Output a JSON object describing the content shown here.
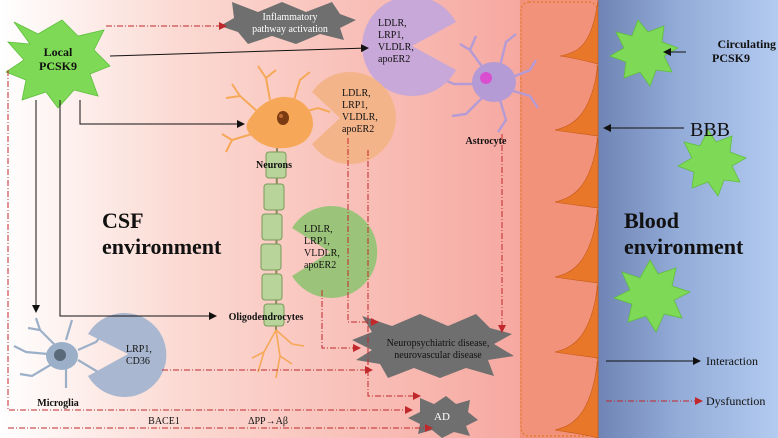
{
  "labels": {
    "local_pcsk9_line1": "Local",
    "local_pcsk9_line2": "PCSK9",
    "inflammatory_line1": "Inflammatory",
    "inflammatory_line2": "pathway activation",
    "neurons": "Neurons",
    "astrocyte": "Astrocyte",
    "oligodendrocytes": "Oligodendrocytes",
    "microglia": "Microglia",
    "csf_line1": "CSF",
    "csf_line2": "environment",
    "blood_line1": "Blood",
    "blood_line2": "environment",
    "circulating_line1": "Circulating",
    "circulating_line2": "PCSK9",
    "bbb": "BBB",
    "neuro_disease_line1": "Neuropsychiatric disease,",
    "neuro_disease_line2": "neurovascular disease",
    "ad": "AD",
    "bace1": "BACE1",
    "app_ab": "ΔPP→Aβ"
  },
  "receptors": {
    "astrocyte": [
      "LDLR,",
      "LRP1,",
      "VLDLR,",
      "apoER2"
    ],
    "neuron": [
      "LDLR,",
      "LRP1,",
      "VLDLR,",
      "apoER2"
    ],
    "oligodendrocyte": [
      "LDLR,",
      "LRP1,",
      "VLDLR,",
      "apoER2"
    ],
    "microglia": [
      "LRP1,",
      "CD36"
    ]
  },
  "legend": {
    "interaction": "Interaction",
    "dysfunction": "Dysfunction"
  },
  "colors": {
    "csf_bg_left": "#ffffff",
    "csf_bg_right": "#f5a09a",
    "bbb_wall": "#f08a6a",
    "bbb_spike": "#e8772a",
    "blood_bg_left": "#7d8fb8",
    "blood_bg_right": "#aac4ec",
    "green_burst": "#7ed957",
    "dark_burst": "#6f6f6f",
    "astro_receptor": "#c7a8d8",
    "neuron_receptor": "#f4b48a",
    "oligo_receptor": "#9bc47a",
    "micro_receptor": "#a9b8d0",
    "arrow_interaction": "#111111",
    "arrow_dysfunction": "#c0282c",
    "neuron_cell": "#f6a858",
    "astrocyte_cell": "#b49bd6",
    "microglia_cell": "#9bb0c8",
    "axon_segment": "#b8d49a"
  }
}
